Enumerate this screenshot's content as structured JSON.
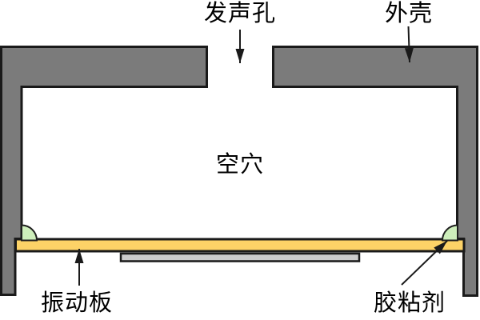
{
  "diagram": {
    "type": "piezo-speaker-cross-section",
    "labels": {
      "sound_hole": "发声孔",
      "housing": "外壳",
      "cavity": "空穴",
      "diaphragm": "振动板",
      "adhesive": "胶粘剂"
    },
    "colors": {
      "housing": "#7b7b7b",
      "diaphragm_plate": "#fdd367",
      "adhesive_blob": "#cdeebb",
      "piezo_element": "#cbcbcb",
      "outline": "#1a1a1a",
      "background": "#ffffff",
      "label_text": "#000000"
    }
  }
}
